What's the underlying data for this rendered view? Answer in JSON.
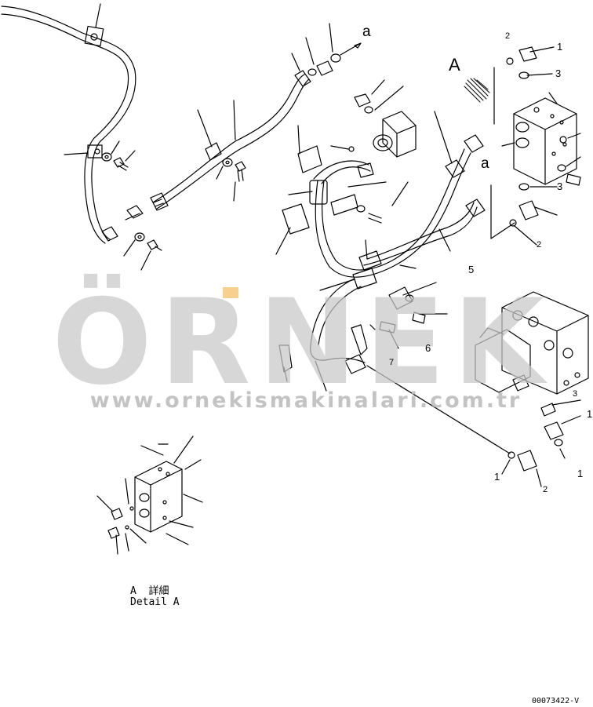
{
  "detail_label": {
    "letter": "A",
    "japanese": "詳細",
    "english": "Detail A"
  },
  "view_marker": "A",
  "arrow_ref": "a",
  "block_ref": "a",
  "drawing_number": "00073422-V",
  "watermark": {
    "brand": "ÖRNEK",
    "url": "www.ornekismakinalari.com.tr"
  },
  "callouts": [
    "1",
    "2",
    "3",
    "5",
    "6",
    "7"
  ]
}
